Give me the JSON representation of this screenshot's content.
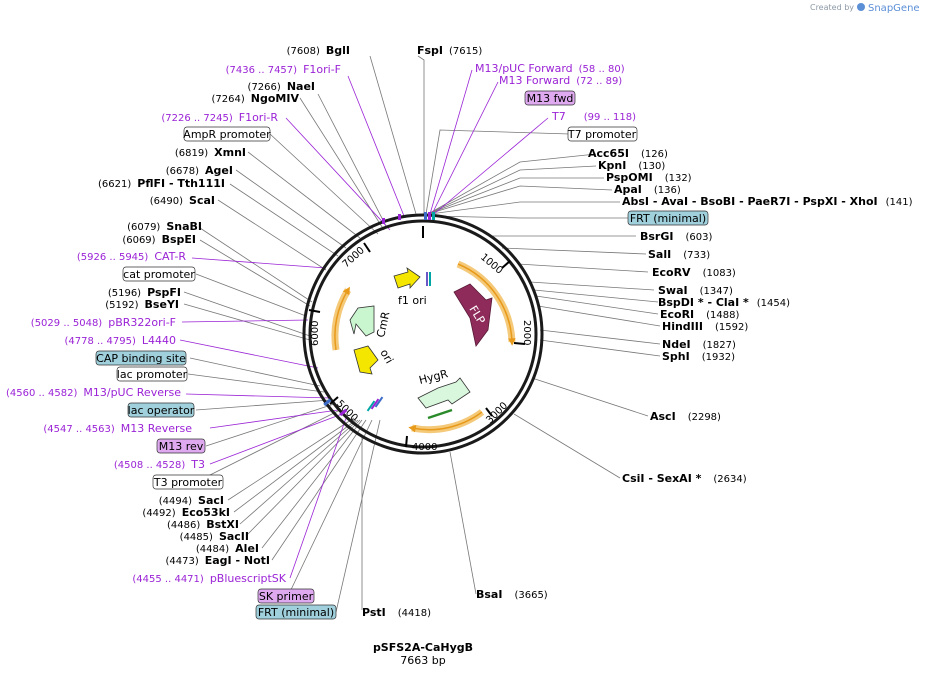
{
  "brand": {
    "created_by": "Created by",
    "product": "SnapGene"
  },
  "plasmid": {
    "name": "pSFS2A-CaHygB",
    "size_label": "7663 bp"
  },
  "ticks": [
    "1000",
    "2000",
    "3000",
    "4000",
    "5000",
    "6000",
    "7000"
  ],
  "features": {
    "f1ori": "f1 ori",
    "flp": "FLP",
    "cmr": "CmR",
    "ori": "ori",
    "hygr": "HygR"
  },
  "sites": {
    "bgli": {
      "pos": "(7608)",
      "name": "BglI"
    },
    "fspi": {
      "name": "FspI",
      "pos": "(7615)"
    },
    "naei": {
      "pos": "(7266)",
      "name": "NaeI"
    },
    "ngomiv": {
      "pos": "(7264)",
      "name": "NgoMIV"
    },
    "xmni": {
      "pos": "(6819)",
      "name": "XmnI"
    },
    "agei": {
      "pos": "(6678)",
      "name": "AgeI"
    },
    "pflfi": {
      "pos": "(6621)",
      "name": "PflFI  - Tth111I"
    },
    "scai": {
      "pos": "(6490)",
      "name": "ScaI"
    },
    "snabi": {
      "pos": "(6079)",
      "name": "SnaBI"
    },
    "bspei": {
      "pos": "(6069)",
      "name": "BspEI"
    },
    "pspfi": {
      "pos": "(5196)",
      "name": "PspFI"
    },
    "bseyi": {
      "pos": "(5192)",
      "name": "BseYI"
    },
    "saci": {
      "pos": "(4494)",
      "name": "SacI"
    },
    "eco53ki": {
      "pos": "(4492)",
      "name": "Eco53kI"
    },
    "bstxi": {
      "pos": "(4486)",
      "name": "BstXI"
    },
    "sacii": {
      "pos": "(4485)",
      "name": "SacII"
    },
    "alei": {
      "pos": "(4484)",
      "name": "AleI"
    },
    "eagi": {
      "pos": "(4473)",
      "name": "EagI  - NotI"
    },
    "psti": {
      "name": "PstI",
      "pos": "(4418)"
    },
    "bsai": {
      "name": "BsaI",
      "pos": "(3665)"
    },
    "csii": {
      "name": "CsiI  - SexAI *",
      "pos": "(2634)"
    },
    "asci": {
      "name": "AscI",
      "pos": "(2298)"
    },
    "sphi": {
      "name": "SphI",
      "pos": "(1932)"
    },
    "ndei": {
      "name": "NdeI",
      "pos": "(1827)"
    },
    "hindiii": {
      "name": "HindIII",
      "pos": "(1592)"
    },
    "ecori": {
      "name": "EcoRI",
      "pos": "(1488)"
    },
    "bspdi": {
      "name": "BspDI *  - ClaI *",
      "pos": "(1454)"
    },
    "swai": {
      "name": "SwaI",
      "pos": "(1347)"
    },
    "ecorv": {
      "name": "EcoRV",
      "pos": "(1083)"
    },
    "sali": {
      "name": "SalI",
      "pos": "(733)"
    },
    "bsrgi": {
      "name": "BsrGI",
      "pos": "(603)"
    },
    "absi": {
      "name": "AbsI  - AvaI  - BsoBI  - PaeR7I  - PspXI  - XhoI",
      "pos": "(141)"
    },
    "apai": {
      "name": "ApaI",
      "pos": "(136)"
    },
    "pspomi": {
      "name": "PspOMI",
      "pos": "(132)"
    },
    "kpni": {
      "name": "KpnI",
      "pos": "(130)"
    },
    "acc65i": {
      "name": "Acc65I",
      "pos": "(126)"
    }
  },
  "primers": {
    "f1ori_f": {
      "range": "(7436 .. 7457)",
      "name": "F1ori-F"
    },
    "f1ori_r": {
      "range": "(7226 .. 7245)",
      "name": "F1ori-R"
    },
    "cat_r": {
      "range": "(5926 .. 5945)",
      "name": "CAT-R"
    },
    "pbr322": {
      "range": "(5029 .. 5048)",
      "name": "pBR322ori-F"
    },
    "l4440": {
      "range": "(4778 .. 4795)",
      "name": "L4440"
    },
    "m13puc_rev": {
      "range": "(4560 .. 4582)",
      "name": "M13/pUC Reverse"
    },
    "m13_reverse": {
      "range": "(4547 .. 4563)",
      "name": "M13 Reverse"
    },
    "t3": {
      "range": "(4508 .. 4528)",
      "name": "T3"
    },
    "pbluescript": {
      "range": "(4455 .. 4471)",
      "name": "pBluescriptSK"
    },
    "m13puc_fwd": {
      "name": "M13/pUC Forward",
      "range": "(58 .. 80)"
    },
    "m13_forward": {
      "name": "M13 Forward",
      "range": "(72 .. 89)"
    },
    "t7": {
      "name": "T7",
      "range": "(99 .. 118)"
    }
  },
  "boxes": {
    "ampr_promoter": "AmpR promoter",
    "cat_promoter": "cat promoter",
    "cap_site": "CAP binding site",
    "lac_promoter": "lac promoter",
    "lac_operator": "lac operator",
    "m13_rev": "M13 rev",
    "t3_promoter": "T3 promoter",
    "sk_primer": "SK primer",
    "frt_min_bottom": "FRT (minimal)",
    "m13_fwd": "M13 fwd",
    "t7_promoter": "T7 promoter",
    "frt_min_top": "FRT (minimal)"
  },
  "colors": {
    "primer": "#9b23d6",
    "box_purple": "#dfa9f0",
    "box_teal": "#9fd0dc",
    "feature_orange": "#f4b43c",
    "flp": "#8e2b5a",
    "ori_yellow": "#f5e600",
    "cmr_green": "#c9f5cf",
    "hygr_green": "#d8f7dc"
  }
}
